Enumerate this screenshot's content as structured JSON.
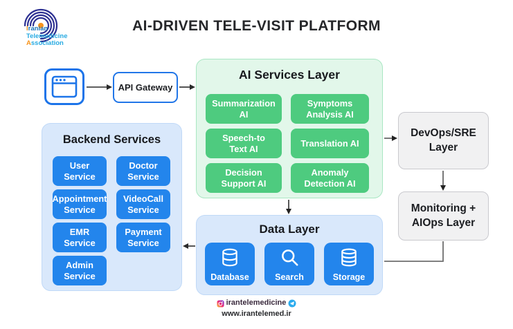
{
  "header": {
    "title": "AI-DRIVEN TELE-VISIT PLATFORM",
    "logo": {
      "line1": "Iranian",
      "line2": "Telemedicine",
      "line3": "Association"
    }
  },
  "api_gateway": {
    "label": "API Gateway"
  },
  "ai_services_layer": {
    "title": "AI Services Layer",
    "services": [
      "Summarization\nAI",
      "Symptoms\nAnalysis AI",
      "Speech-to\nText AI",
      "Translation AI",
      "Decision\nSupport AI",
      "Anomaly\nDetection AI"
    ]
  },
  "backend_services": {
    "title": "Backend Services",
    "services": [
      "User\nService",
      "Doctor\nService",
      "Appointment\nService",
      "VideoCall\nService",
      "EMR\nService",
      "Payment\nService",
      "Admin\nService"
    ]
  },
  "data_layer": {
    "title": "Data Layer",
    "items": [
      {
        "label": "Database",
        "icon": "database-icon"
      },
      {
        "label": "Search",
        "icon": "search-icon"
      },
      {
        "label": "Storage",
        "icon": "storage-icon"
      }
    ]
  },
  "right_layers": {
    "devops": "DevOps/SRE\nLayer",
    "monitoring": "Monitoring +\nAIOps Layer"
  },
  "footer": {
    "instagram_handle": "irantelemedicine",
    "website": "www.irantelemed.ir"
  },
  "colors": {
    "accent_blue": "#2385ec",
    "outline_blue": "#2176e8",
    "light_blue_bg": "#d9e8fb",
    "green_button": "#4ecb7f",
    "mint_bg": "#e2f7ea",
    "gray_box_bg": "#f1f1f2"
  }
}
